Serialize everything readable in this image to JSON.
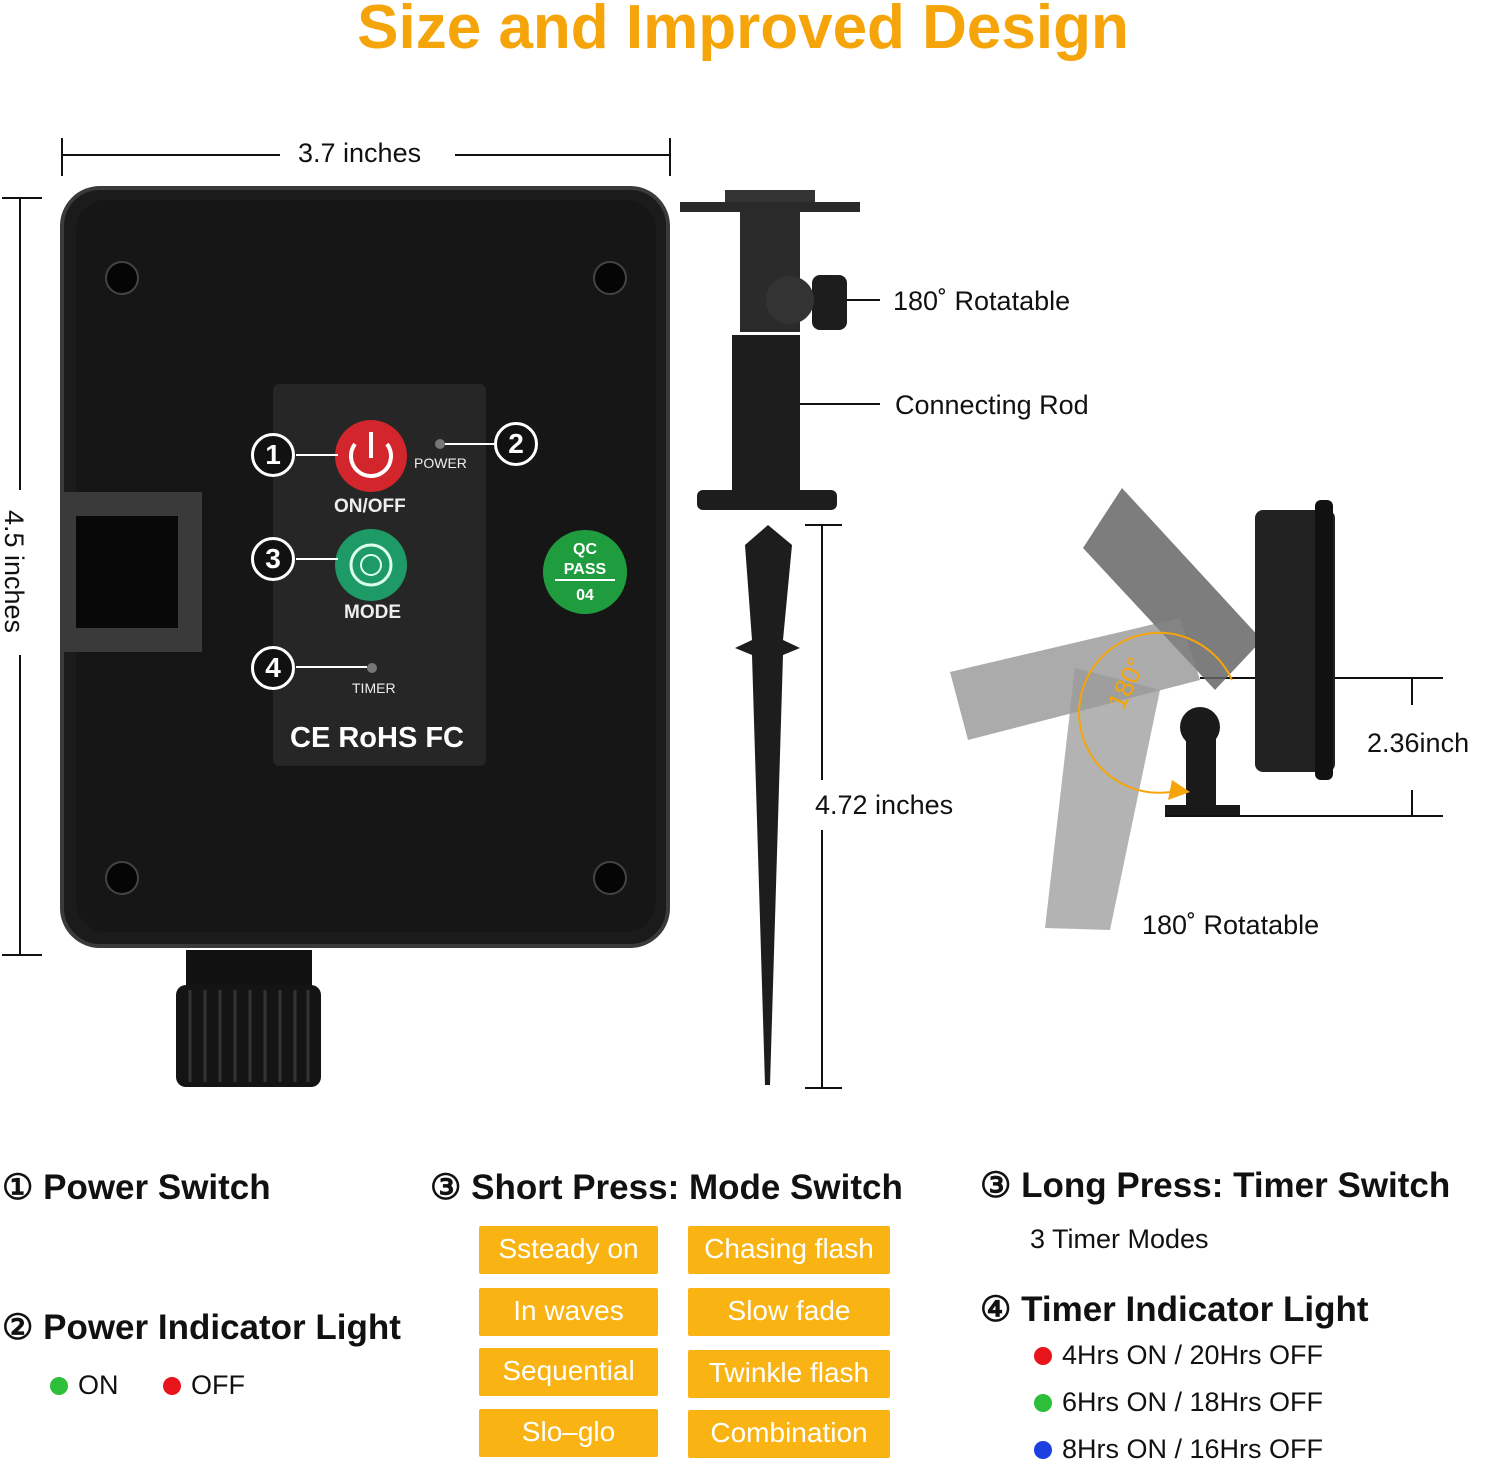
{
  "title": "Size and Improved Design",
  "dimensions": {
    "width": "3.7 inches",
    "height": "4.5 inches",
    "stake": "4.72 inches",
    "mount_height": "2.36inch"
  },
  "stand_labels": {
    "rotatable_top": "180˚ Rotatable",
    "rod": "Connecting Rod",
    "rotatable_bottom": "180˚ Rotatable",
    "angle": "180°"
  },
  "panel": {
    "numbers": [
      "1",
      "2",
      "3",
      "4"
    ],
    "on_off": "ON/OFF",
    "power": "POWER",
    "mode": "MODE",
    "timer": "TIMER",
    "certs": "CE RoHS FC",
    "qc": [
      "QC",
      "PASS",
      "04"
    ]
  },
  "sections": {
    "power_switch": "① Power Switch",
    "power_indicator": "② Power Indicator Light",
    "indicator_states": [
      {
        "label": "ON",
        "color": "#2DBE3A"
      },
      {
        "label": "OFF",
        "color": "#E8141B"
      }
    ],
    "short_press": "③ Short Press: Mode Switch",
    "modes": [
      "Ssteady on",
      "Chasing flash",
      "In waves",
      "Slow fade",
      "Sequential",
      "Twinkle flash",
      "Slo–glo",
      "Combination"
    ],
    "long_press": "③ Long Press: Timer Switch",
    "timer_modes": "3 Timer Modes",
    "timer_indicator": "④ Timer Indicator Light",
    "timers": [
      {
        "label": "4Hrs ON / 20Hrs OFF",
        "color": "#E8141B"
      },
      {
        "label": "6Hrs ON / 18Hrs OFF",
        "color": "#2DBE3A"
      },
      {
        "label": "8Hrs ON / 16Hrs OFF",
        "color": "#1B3FE0"
      }
    ]
  },
  "colors": {
    "accent": "#F5A50A",
    "tag": "#F9B312"
  }
}
